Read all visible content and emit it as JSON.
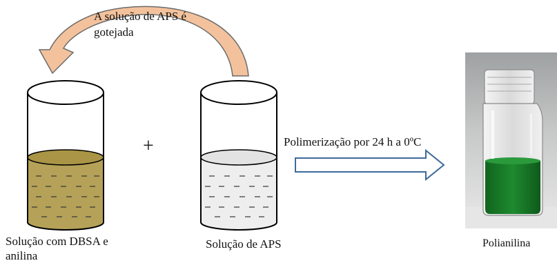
{
  "arc_caption": {
    "line1": "A solução de APS é",
    "line2": "gotejada"
  },
  "plus": "+",
  "process_label": "Polimerização por 24 h a 0ºC",
  "beakers": {
    "left": {
      "label_line1": "Solução com DBSA e",
      "label_line2": "anilina",
      "liquid_color": "#b5a258"
    },
    "middle": {
      "label": "Solução de APS",
      "liquid_color": "#eeeeee"
    }
  },
  "product": {
    "label": "Polianilina",
    "liquid_color": "#1c7a2a"
  },
  "colors": {
    "arrow_fill": "#f3c29c",
    "arrow_stroke": "#6b6b6b",
    "outline": "#000000"
  }
}
